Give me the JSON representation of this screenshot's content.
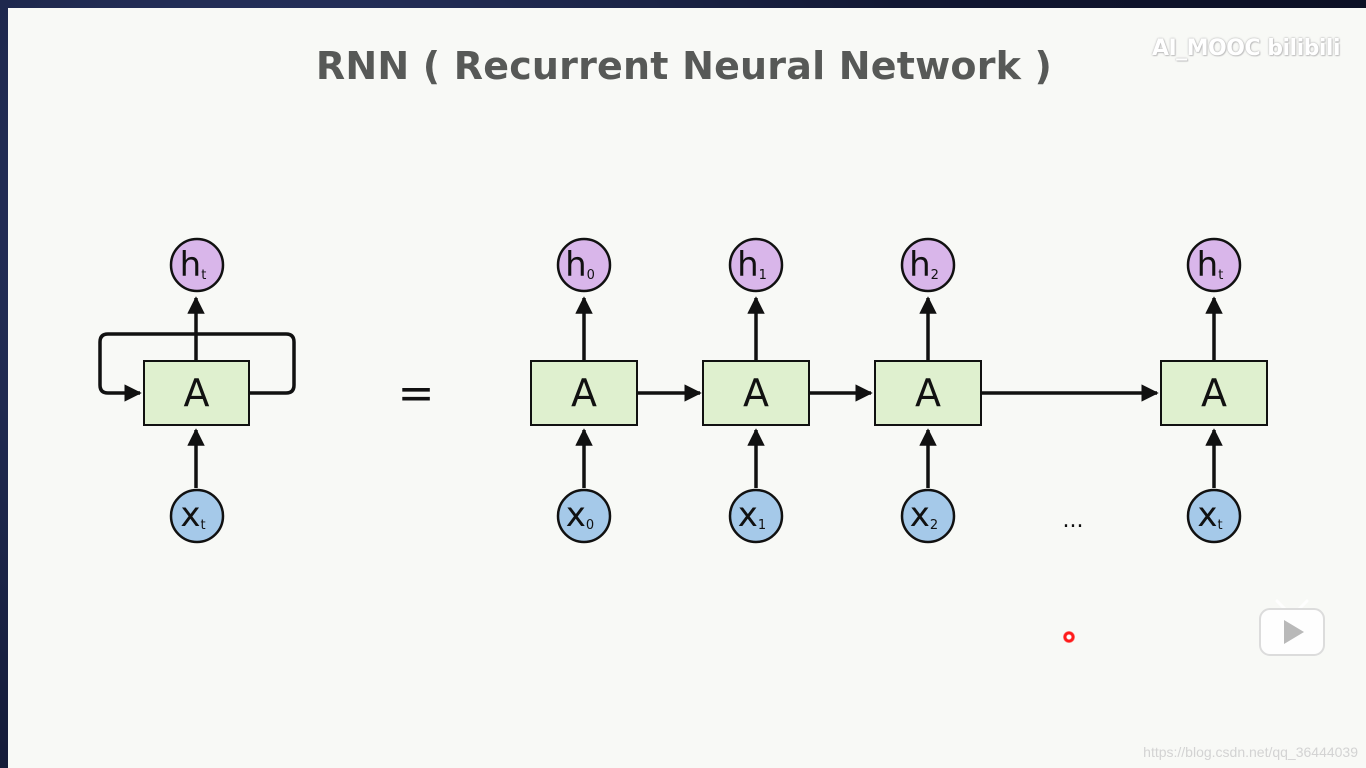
{
  "slide": {
    "title": "RNN ( Recurrent Neural Network )",
    "watermark": "AI_MOOC bilibili",
    "url_watermark": "https://blog.csdn.net/qq_36444039"
  },
  "diagram": {
    "equals_sign": "=",
    "ellipsis": "...",
    "cell_label": "A",
    "rolled": {
      "output": {
        "base": "h",
        "sub": "t"
      },
      "input": {
        "base": "x",
        "sub": "t"
      }
    },
    "unrolled": [
      {
        "output": {
          "base": "h",
          "sub": "0"
        },
        "input": {
          "base": "x",
          "sub": "0"
        }
      },
      {
        "output": {
          "base": "h",
          "sub": "1"
        },
        "input": {
          "base": "x",
          "sub": "1"
        }
      },
      {
        "output": {
          "base": "h",
          "sub": "2"
        },
        "input": {
          "base": "x",
          "sub": "2"
        }
      },
      {
        "output": {
          "base": "h",
          "sub": "t"
        },
        "input": {
          "base": "x",
          "sub": "t"
        }
      }
    ]
  },
  "colors": {
    "cell_fill": "#dff0cf",
    "hidden_fill": "#d9b6ea",
    "input_fill": "#a5c9e9",
    "stroke": "#111111",
    "title": "#575957"
  },
  "player": {
    "play_icon": "play-icon"
  }
}
